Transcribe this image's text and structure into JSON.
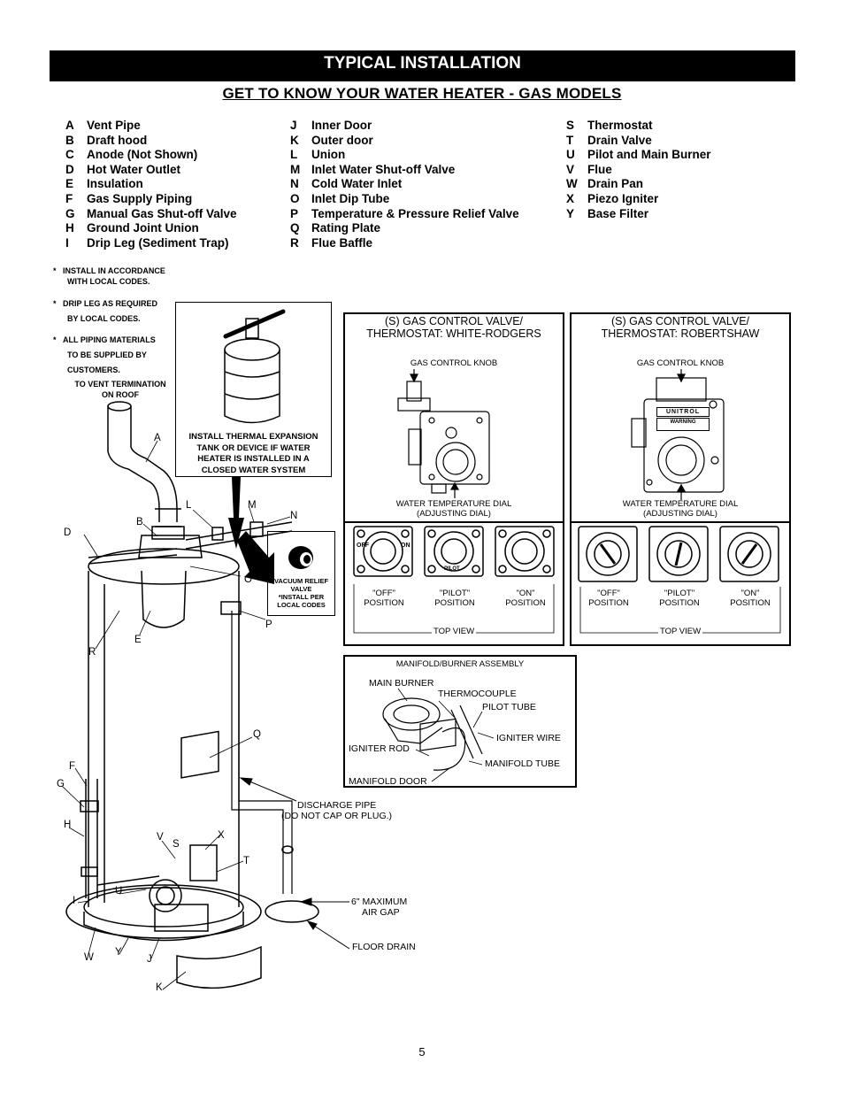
{
  "header": {
    "banner": "TYPICAL INSTALLATION",
    "subtitle": "GET TO KNOW YOUR WATER HEATER - GAS MODELS"
  },
  "legend": {
    "col1": [
      {
        "key": "A",
        "label": "Vent Pipe"
      },
      {
        "key": "B",
        "label": "Draft hood"
      },
      {
        "key": "C",
        "label": "Anode (Not Shown)"
      },
      {
        "key": "D",
        "label": "Hot Water Outlet"
      },
      {
        "key": "E",
        "label": "Insulation"
      },
      {
        "key": "F",
        "label": "Gas Supply Piping"
      },
      {
        "key": "G",
        "label": "Manual Gas Shut-off Valve"
      },
      {
        "key": "H",
        "label": "Ground Joint Union"
      },
      {
        "key": "I",
        "label": "Drip Leg (Sediment Trap)"
      }
    ],
    "col2": [
      {
        "key": "J",
        "label": "Inner Door"
      },
      {
        "key": "K",
        "label": "Outer door"
      },
      {
        "key": "L",
        "label": "Union"
      },
      {
        "key": "M",
        "label": "Inlet Water Shut-off Valve"
      },
      {
        "key": "N",
        "label": "Cold Water Inlet"
      },
      {
        "key": "O",
        "label": "Inlet Dip Tube"
      },
      {
        "key": "P",
        "label": "Temperature & Pressure Relief Valve"
      },
      {
        "key": "Q",
        "label": "Rating Plate"
      },
      {
        "key": "R",
        "label": "Flue Baffle"
      }
    ],
    "col3": [
      {
        "key": "S",
        "label": "Thermostat"
      },
      {
        "key": "T",
        "label": "Drain Valve"
      },
      {
        "key": "U",
        "label": "Pilot and Main Burner"
      },
      {
        "key": "V",
        "label": "Flue"
      },
      {
        "key": "W",
        "label": "Drain Pan"
      },
      {
        "key": "X",
        "label": "Piezo Igniter"
      },
      {
        "key": "Y",
        "label": "Base Filter"
      }
    ]
  },
  "notes": {
    "n1a": "INSTALL IN ACCORDANCE",
    "n1b": "WITH LOCAL CODES.",
    "n2a": "DRIP LEG AS REQUIRED",
    "n2b": "BY LOCAL CODES.",
    "n3a": "ALL PIPING MATERIALS",
    "n3b": "TO BE SUPPLIED BY",
    "n3c": "CUSTOMERS.",
    "vent1": "TO VENT TERMINATION",
    "vent2": "ON ROOF",
    "exp1": "INSTALL THERMAL EXPANSION",
    "exp2": "TANK OR DEVICE IF WATER",
    "exp3": "HEATER IS INSTALLED IN A",
    "exp4": "CLOSED WATER SYSTEM",
    "vac1": "VACUUM RELIEF",
    "vac2": "VALVE",
    "vac3": "*INSTALL PER",
    "vac4": "LOCAL CODES",
    "discharge1": "DISCHARGE PIPE",
    "discharge2": "(DO NOT CAP OR PLUG.)",
    "airgap1": "6\" MAXIMUM",
    "airgap2": "AIR GAP",
    "floordrain": "FLOOR DRAIN",
    "star": "*"
  },
  "callouts": [
    "A",
    "B",
    "D",
    "L",
    "M",
    "N",
    "O",
    "P",
    "E",
    "R",
    "Q",
    "F",
    "G",
    "H",
    "V",
    "S",
    "X",
    "T",
    "I",
    "U",
    "W",
    "Y",
    "J",
    "K"
  ],
  "white_rodgers": {
    "title1": "(S) GAS CONTROL VALVE/",
    "title2": "THERMOSTAT: WHITE-RODGERS",
    "knob": "GAS CONTROL KNOB",
    "dial1": "WATER TEMPERATURE DIAL",
    "dial2": "(ADJUSTING DIAL)",
    "pos": [
      {
        "q": "\"OFF\"",
        "p": "POSITION"
      },
      {
        "q": "\"PILOT\"",
        "p": "POSITION"
      },
      {
        "q": "\"ON\"",
        "p": "POSITION"
      }
    ],
    "topview": "TOP VIEW"
  },
  "robertshaw": {
    "title1": "(S) GAS CONTROL VALVE/",
    "title2": "THERMOSTAT: ROBERTSHAW",
    "knob": "GAS CONTROL KNOB",
    "dial1": "WATER TEMPERATURE DIAL",
    "dial2": "(ADJUSTING DIAL)",
    "brand": "UNITROL",
    "warning": "WARNING",
    "pos": [
      {
        "q": "\"OFF\"",
        "p": "POSITION"
      },
      {
        "q": "\"PILOT\"",
        "p": "POSITION"
      },
      {
        "q": "\"ON\"",
        "p": "POSITION"
      }
    ],
    "topview": "TOP VIEW"
  },
  "manifold": {
    "title": "MANIFOLD/BURNER ASSEMBLY",
    "main_burner": "MAIN BURNER",
    "thermocouple": "THERMOCOUPLE",
    "pilot_tube": "PILOT TUBE",
    "igniter_wire": "IGNITER WIRE",
    "igniter_rod": "IGNITER ROD",
    "manifold_tube": "MANIFOLD TUBE",
    "manifold_door": "MANIFOLD DOOR"
  },
  "dial_marks": {
    "off": "OFF",
    "on": "ON",
    "pilot": "PILOT"
  },
  "page_number": "5"
}
